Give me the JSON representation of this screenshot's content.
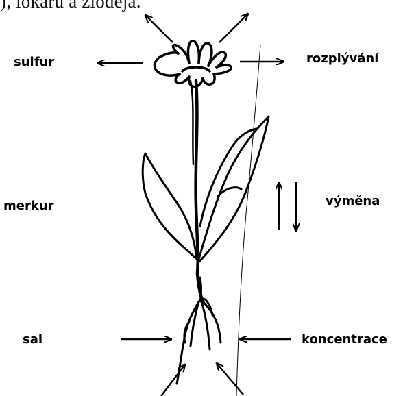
{
  "top_text": "), lokaru a zloděja.",
  "labels": {
    "sulfur": "sulfur",
    "merkur": "merkur",
    "sal": "sal",
    "rozplyvani": "rozplývání",
    "vymena": "výměna",
    "koncentrace": "koncentrace"
  },
  "colors": {
    "ink": "#000000",
    "background": "#ffffff"
  }
}
